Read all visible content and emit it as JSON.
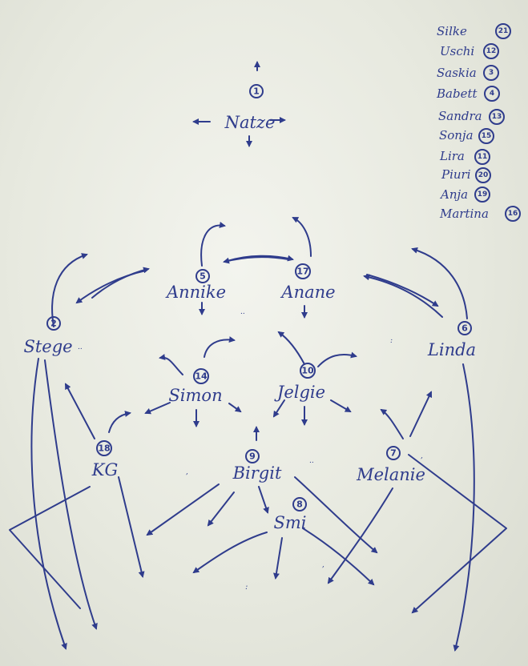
{
  "nodes": [
    {
      "id": "natze",
      "number": "1",
      "name": "Natze"
    },
    {
      "id": "annike",
      "number": "5",
      "name": "Annike"
    },
    {
      "id": "anane",
      "number": "17",
      "name": "Anane"
    },
    {
      "id": "stege",
      "number": "2",
      "name": "Stege"
    },
    {
      "id": "linda",
      "number": "6",
      "name": "Linda"
    },
    {
      "id": "simon",
      "number": "14",
      "name": "Simon"
    },
    {
      "id": "jelgie",
      "number": "10",
      "name": "Jelgie"
    },
    {
      "id": "kg",
      "number": "18",
      "name": "KG"
    },
    {
      "id": "birgit",
      "number": "9",
      "name": "Birgit"
    },
    {
      "id": "melanie",
      "number": "7",
      "name": "Melanie"
    },
    {
      "id": "smi",
      "number": "8",
      "name": "Smi"
    }
  ],
  "legend": [
    {
      "name": "Silke",
      "number": "21"
    },
    {
      "name": "Uschi",
      "number": "12"
    },
    {
      "name": "Saskia",
      "number": "3"
    },
    {
      "name": "Babett",
      "number": "4"
    },
    {
      "name": "Sandra",
      "number": "13"
    },
    {
      "name": "Sonja",
      "number": "15"
    },
    {
      "name": "Lira",
      "number": "11"
    },
    {
      "name": "Piuri",
      "number": "20"
    },
    {
      "name": "Anja",
      "number": "19"
    },
    {
      "name": "Martina",
      "number": "16"
    }
  ],
  "colors": {
    "ink": "#2f3c8c",
    "paper": "#e9ebe2"
  }
}
